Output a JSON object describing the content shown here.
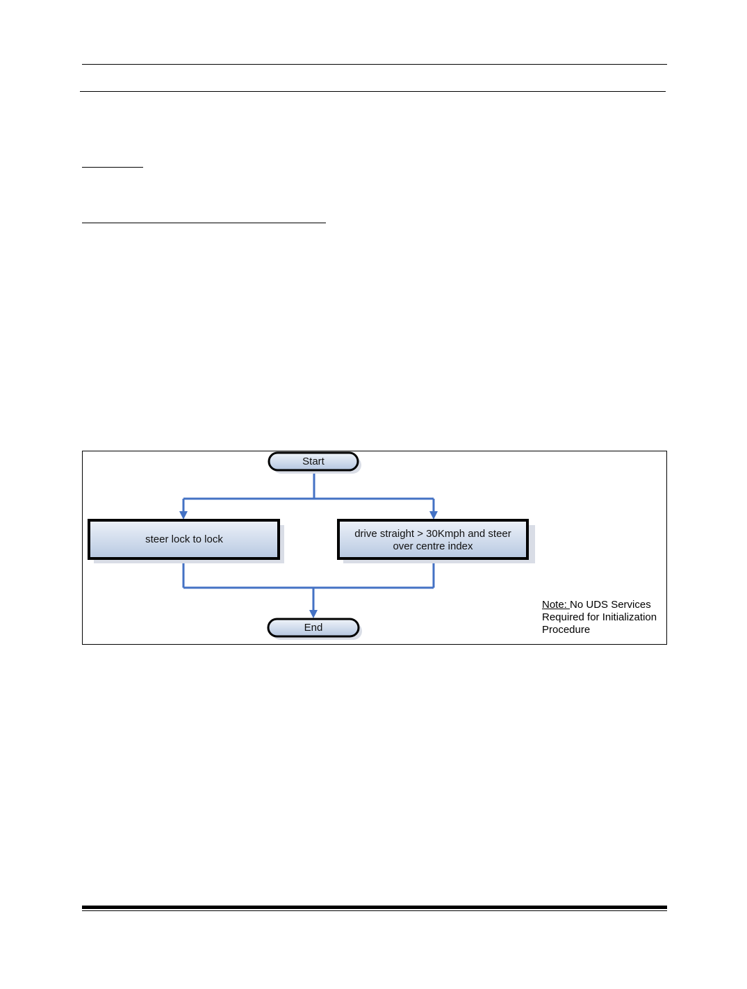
{
  "flowchart": {
    "start_label": "Start",
    "left_box_label": "steer lock to lock",
    "right_box_line1": "drive straight > 30Kmph and steer",
    "right_box_line2": "over centre index",
    "end_label": "End",
    "note_lead": "Note: ",
    "note_line1": "No UDS Services",
    "note_line2": "Required for Initialization",
    "note_line3": "Procedure",
    "colors": {
      "connector": "#4472c4",
      "box_fill_top": "#eef2f9",
      "box_fill_bottom": "#b8c9e2",
      "box_border": "#000000",
      "shadow": "#d9dde6"
    }
  }
}
